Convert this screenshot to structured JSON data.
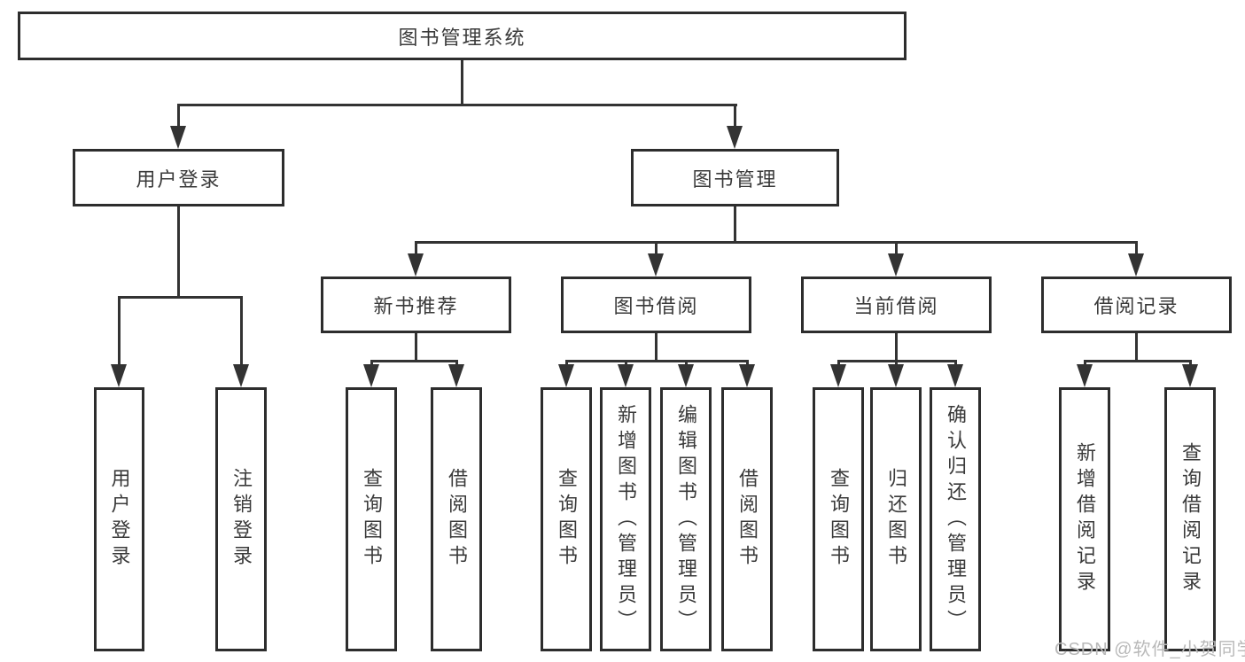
{
  "colors": {
    "background": "#ffffff",
    "box_border": "#2d2d2d",
    "line": "#333333",
    "text": "#3a3a3a",
    "watermark": "#b9b9b9"
  },
  "watermark": {
    "text": "CSDN @软件_小贺同学"
  },
  "diagram": {
    "root": {
      "label": "图书管理系统"
    },
    "user_login": {
      "label": "用户登录",
      "children": [
        {
          "label": "用户登录"
        },
        {
          "label": "注销登录"
        }
      ]
    },
    "book_mgmt": {
      "label": "图书管理",
      "sections": {
        "new_book": {
          "label": "新书推荐",
          "children": [
            {
              "label": "查询图书"
            },
            {
              "label": "借阅图书"
            }
          ]
        },
        "book_borrow": {
          "label": "图书借阅",
          "children": [
            {
              "label": "查询图书"
            },
            {
              "label": "新增图书（管理员）"
            },
            {
              "label": "编辑图书（管理员）"
            },
            {
              "label": "借阅图书"
            }
          ]
        },
        "current_borrow": {
          "label": "当前借阅",
          "children": [
            {
              "label": "查询图书"
            },
            {
              "label": "归还图书"
            },
            {
              "label": "确认归还（管理员）"
            }
          ]
        },
        "borrow_record": {
          "label": "借阅记录",
          "children": [
            {
              "label": "新增借阅记录"
            },
            {
              "label": "查询借阅记录"
            }
          ]
        }
      }
    }
  }
}
